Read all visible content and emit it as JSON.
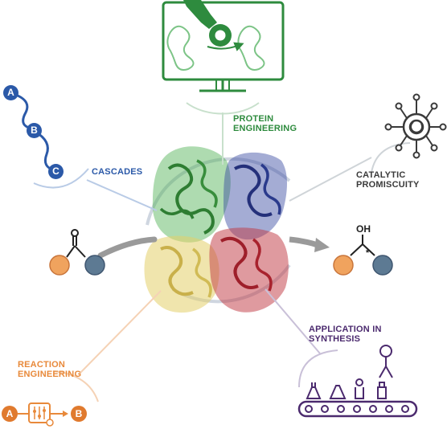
{
  "labels": {
    "protein_engineering": "PROTEIN\nENGINEERING",
    "cascades": "CASCADES",
    "catalytic_promiscuity": "CATALYTIC\nPROMISCUITY",
    "application_in_synthesis": "APPLICATION IN\nSYNTHESIS",
    "reaction_engineering": "REACTION\nENGINEERING"
  },
  "cascade_steps": [
    "A",
    "B",
    "C"
  ],
  "reaction_eng": {
    "start": "A",
    "end": "B"
  },
  "product_group": "OH",
  "colors": {
    "protein_engineering": "#2e8b3e",
    "cascades": "#2b59a8",
    "catalytic_promiscuity": "#3a3a3a",
    "application_in_synthesis": "#4b2a6e",
    "reaction_engineering": "#e8893a",
    "subunit_green": "#4caf50",
    "subunit_blue": "#3547a0",
    "subunit_yellow": "#e3cf6a",
    "subunit_red": "#c0353f",
    "substrate_orange": "#f0a35e",
    "substrate_slate": "#5d7a93"
  }
}
